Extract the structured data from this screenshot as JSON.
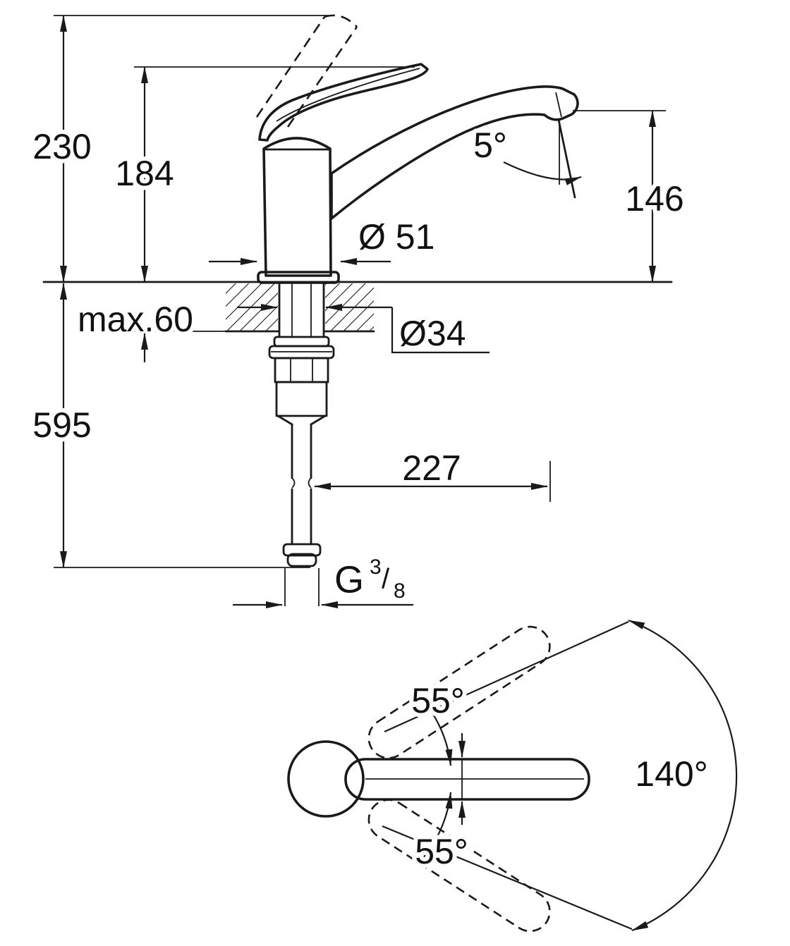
{
  "drawing": {
    "kind": "faucet technical dimension drawing",
    "ink": "#1a1a1a",
    "background": "#ffffff"
  },
  "side_view": {
    "overall_height": "230",
    "body_height": "184",
    "outlet_height": "146",
    "outlet_angle": "5°",
    "base_diameter": "Ø 51",
    "max_deck_thickness": "max.60",
    "hole_diameter": "Ø34",
    "total_height": "595",
    "spout_reach": "227",
    "thread": {
      "prefix": "G",
      "numerator": "3",
      "slash": "/",
      "denominator": "8"
    }
  },
  "top_view": {
    "swivel_upper": "55°",
    "swivel_total": "140°",
    "swivel_lower": "55°"
  }
}
